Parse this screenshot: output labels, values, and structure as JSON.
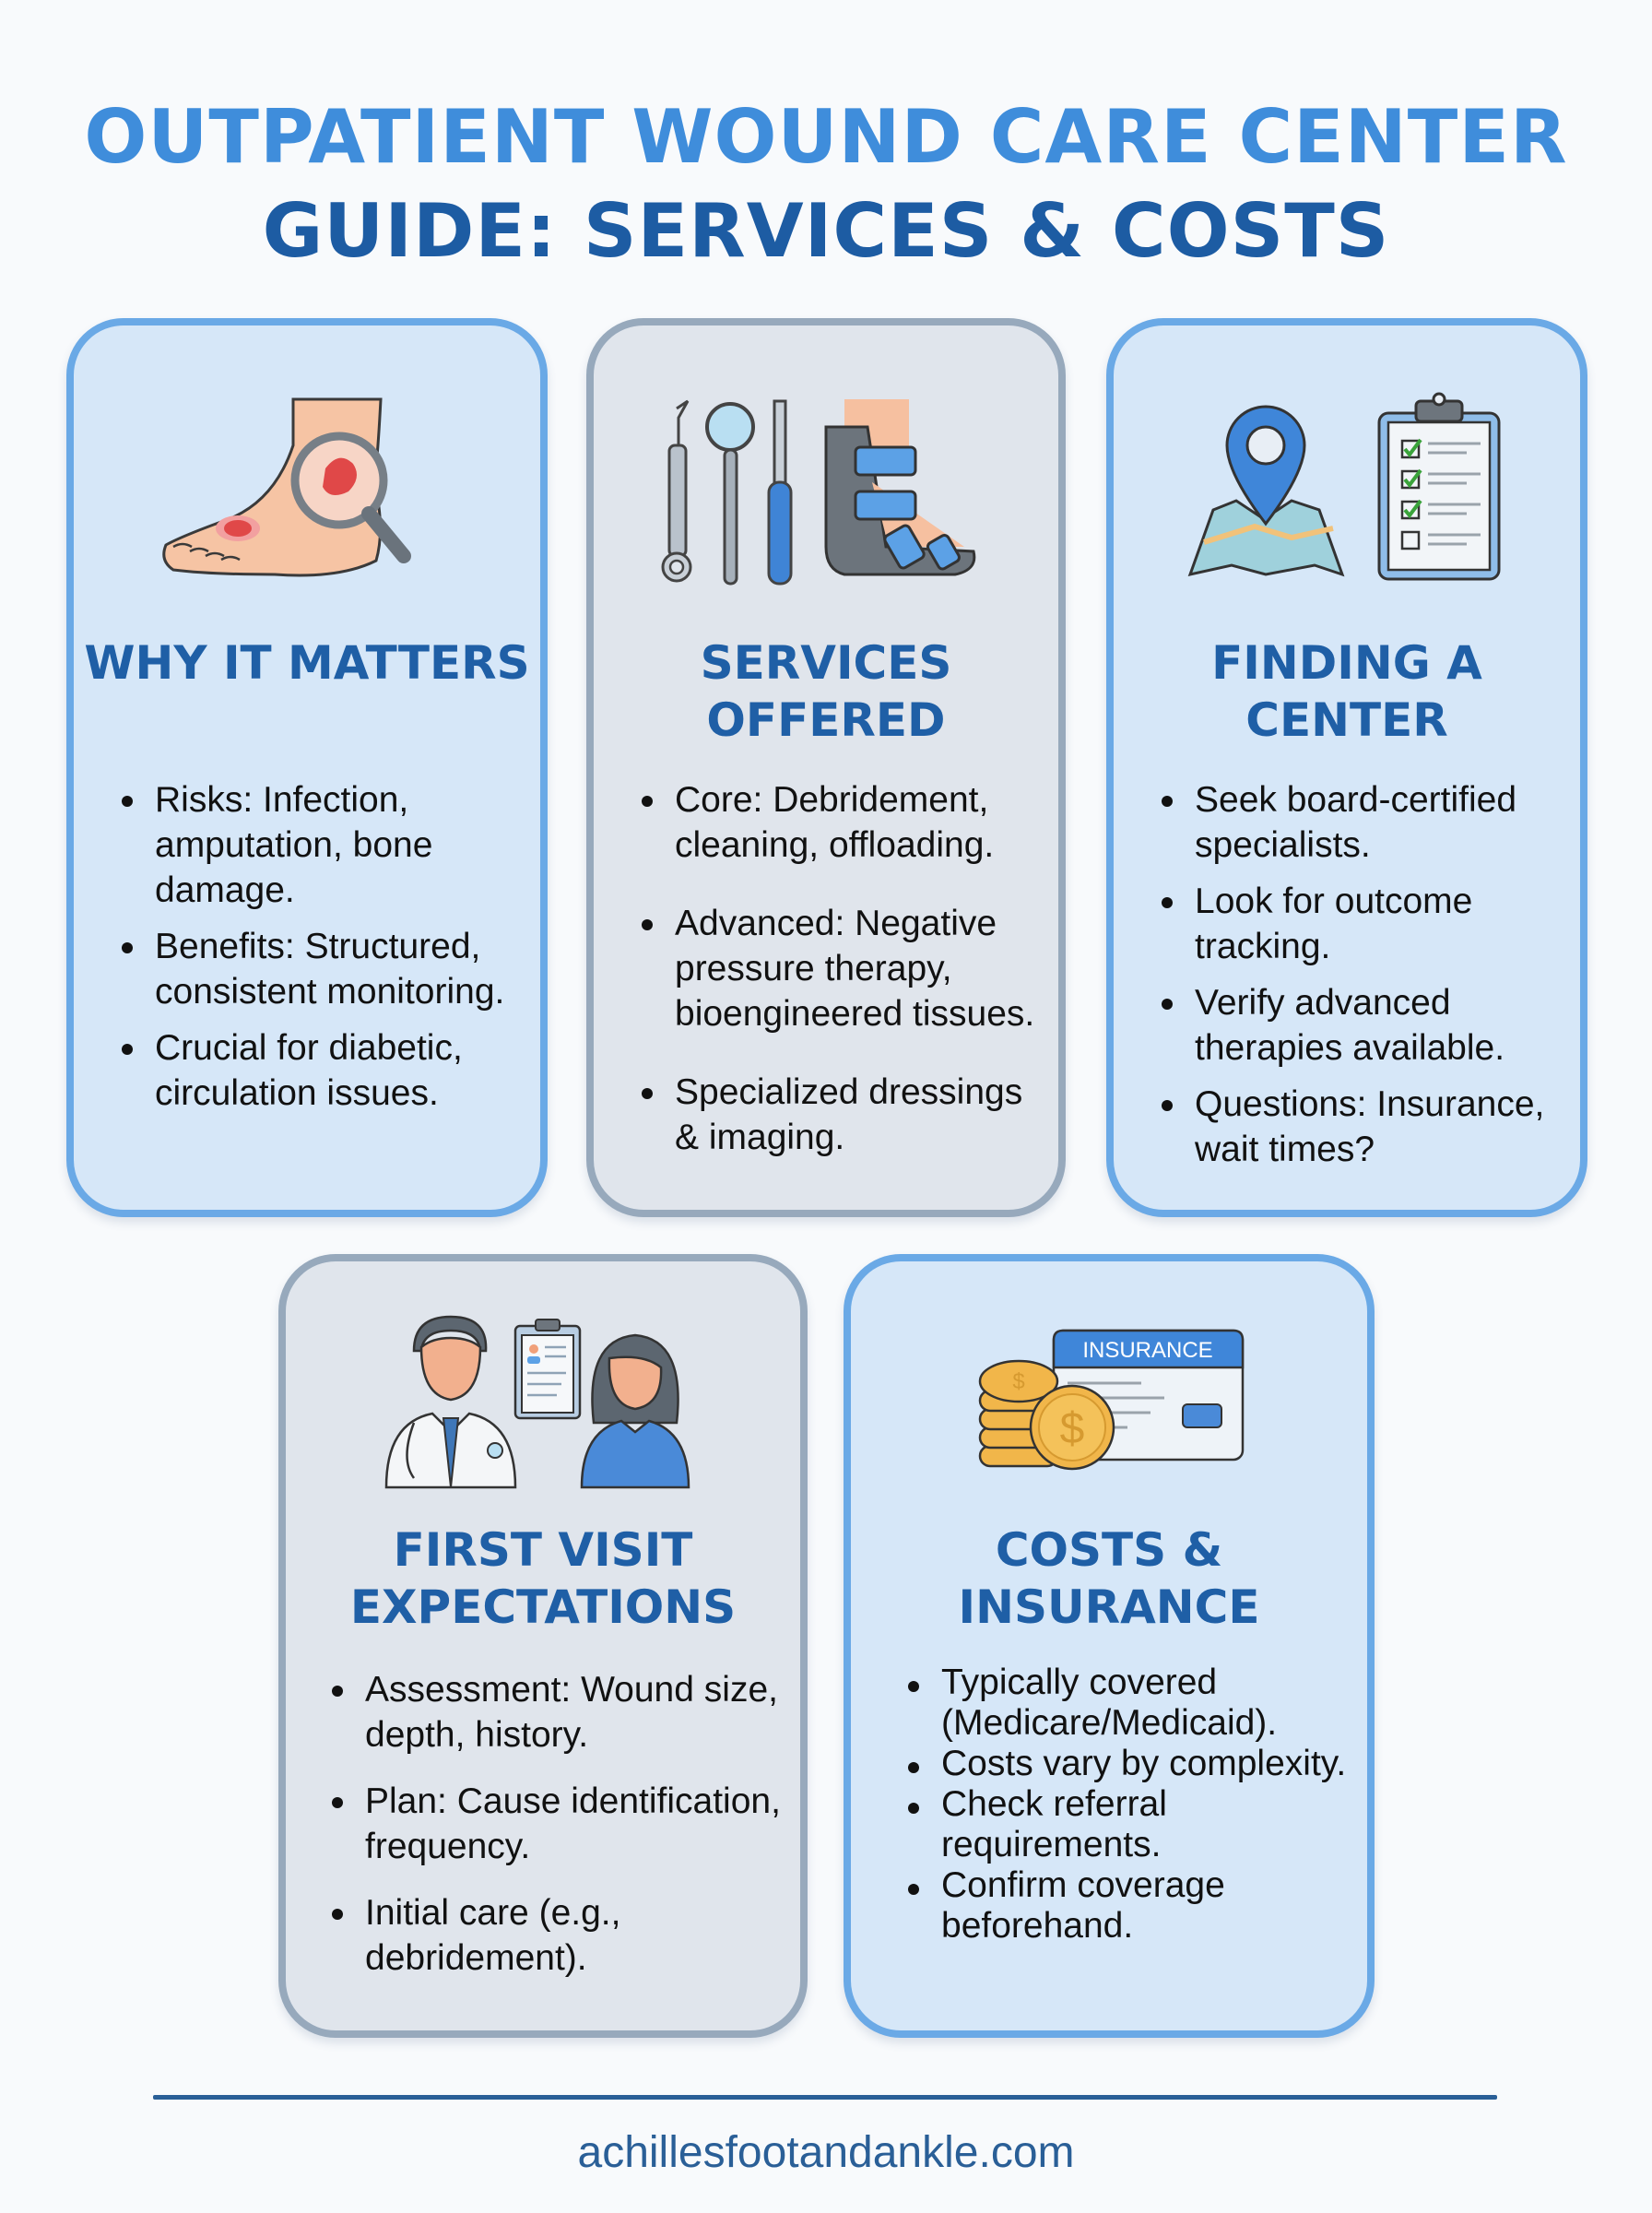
{
  "header": {
    "title_line1": "OUTPATIENT WOUND CARE CENTER",
    "title_line2": "GUIDE: SERVICES & COSTS"
  },
  "cards": [
    {
      "title": "WHY IT MATTERS",
      "icon": "foot-wound-magnifier-icon",
      "items": [
        "Risks: Infection, amputation, bone damage.",
        "Benefits: Structured, consistent monitoring.",
        "Crucial for diabetic, circulation issues."
      ]
    },
    {
      "title": "SERVICES OFFERED",
      "icon": "medical-tools-and-boot-icon",
      "items": [
        "Core: Debridement, cleaning, offloading.",
        "Advanced: Negative pressure therapy, bioengineered tissues.",
        "Specialized dressings & imaging."
      ]
    },
    {
      "title": "FINDING A CENTER",
      "icon": "map-pin-and-checklist-icon",
      "items": [
        "Seek board-certified specialists.",
        "Look for outcome tracking.",
        "Verify advanced therapies available.",
        "Questions: Insurance, wait times?"
      ]
    },
    {
      "title": "FIRST VISIT EXPECTATIONS",
      "icon": "doctor-patient-clipboard-icon",
      "items": [
        "Assessment: Wound size, depth, history.",
        "Plan: Cause identification, frequency.",
        "Initial care (e.g., debridement)."
      ]
    },
    {
      "title": "COSTS & INSURANCE",
      "icon": "coins-insurance-card-icon",
      "card_label": "INSURANCE",
      "items": [
        "Typically covered (Medicare/Medicaid).",
        "Costs vary by complexity.",
        "Check referral requirements.",
        "Confirm coverage beforehand."
      ]
    }
  ],
  "footer": {
    "website": "achillesfootandankle.com"
  },
  "colors": {
    "title_light_blue": "#3f8ddb",
    "title_dark_blue": "#1d5ca3",
    "heading_blue": "#1f5fa6",
    "blue_card_border": "#6aa9e6",
    "blue_card_bg": "#d6e7f8",
    "gray_card_border": "#97a9bc",
    "gray_card_bg": "#e0e5ec",
    "footer_blue": "#2a5f97"
  }
}
